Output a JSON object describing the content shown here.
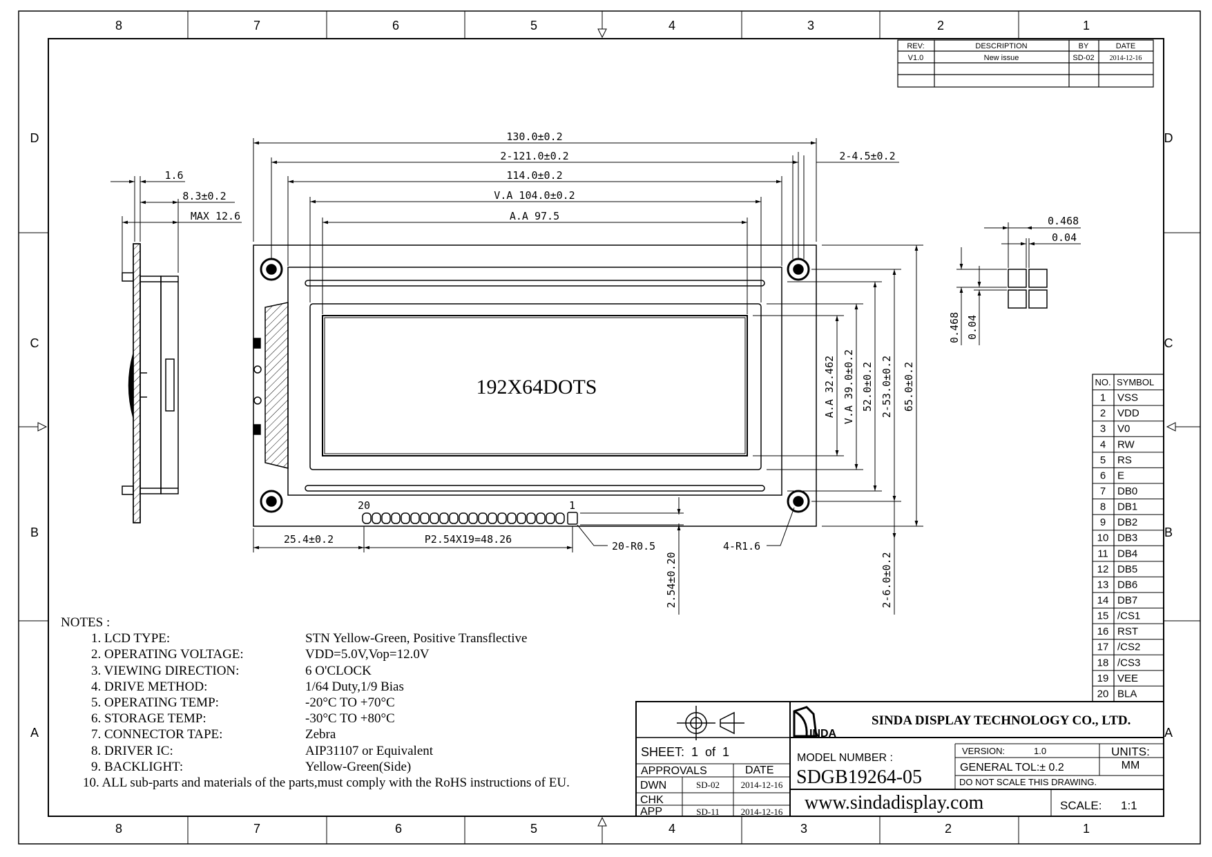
{
  "border": {
    "columns": [
      "8",
      "7",
      "6",
      "5",
      "4",
      "3",
      "2",
      "1"
    ],
    "rows": [
      "D",
      "C",
      "B",
      "A"
    ]
  },
  "revision": {
    "headers": [
      "REV:",
      "DESCRIPTION",
      "BY",
      "DATE"
    ],
    "row": [
      "V1.0",
      "New issue",
      "SD-02",
      "2014-12-16"
    ]
  },
  "dims": {
    "top_130": "130.0±0.2",
    "top_121": "2-121.0±0.2",
    "top_114": "114.0±0.2",
    "top_va": "V.A 104.0±0.2",
    "top_aa": "A.A 97.5",
    "hole_dia": "2-4.5±0.2",
    "side_1_6": "1.6",
    "side_8_3": "8.3±0.2",
    "side_max": "MAX 12.6",
    "v_aa": "A.A 32.462",
    "v_va": "V.A 39.0±0.2",
    "v_52": "52.0±0.2",
    "v_53": "2-53.0±0.2",
    "v_65": "65.0±0.2",
    "pin_offset": "25.4±0.2",
    "pin_pitch": "P2.54X19=48.26",
    "pin_r": "20-R0.5",
    "corner_r": "4-R1.6",
    "pin_h": "2.54±0.20",
    "v_6": "2-6.0±0.2",
    "pin_first": "20",
    "pin_last": "1",
    "dot_w": "0.468",
    "dot_gap": "0.04",
    "dot_h": "0.468",
    "dot_vgap": "0.04"
  },
  "display_label": "192X64DOTS",
  "pin_table": {
    "headers": [
      "NO.",
      "SYMBOL"
    ],
    "pins": [
      [
        "1",
        "VSS"
      ],
      [
        "2",
        "VDD"
      ],
      [
        "3",
        "V0"
      ],
      [
        "4",
        "RW"
      ],
      [
        "5",
        "RS"
      ],
      [
        "6",
        "E"
      ],
      [
        "7",
        "DB0"
      ],
      [
        "8",
        "DB1"
      ],
      [
        "9",
        "DB2"
      ],
      [
        "10",
        "DB3"
      ],
      [
        "11",
        "DB4"
      ],
      [
        "12",
        "DB5"
      ],
      [
        "13",
        "DB6"
      ],
      [
        "14",
        "DB7"
      ],
      [
        "15",
        "/CS1"
      ],
      [
        "16",
        "RST"
      ],
      [
        "17",
        "/CS2"
      ],
      [
        "18",
        "/CS3"
      ],
      [
        "19",
        "VEE"
      ],
      [
        "20",
        "BLA"
      ]
    ]
  },
  "notes": {
    "title": "NOTES :",
    "items": [
      {
        "label": "1. LCD TYPE:",
        "value": "STN Yellow-Green, Positive Transflective"
      },
      {
        "label": "2. OPERATING VOLTAGE:",
        "value": "VDD=5.0V,Vop=12.0V"
      },
      {
        "label": "3. VIEWING DIRECTION:",
        "value": "6 O'CLOCK"
      },
      {
        "label": "4. DRIVE METHOD:",
        "value": "1/64 Duty,1/9 Bias"
      },
      {
        "label": "5. OPERATING TEMP:",
        "value": "-20°C TO +70°C"
      },
      {
        "label": "6. STORAGE TEMP:",
        "value": "-30°C TO +80°C"
      },
      {
        "label": "7. CONNECTOR TAPE:",
        "value": "Zebra"
      },
      {
        "label": "8. DRIVER IC:",
        "value": "AIP31107 or Equivalent"
      },
      {
        "label": "9. BACKLIGHT:",
        "value": "Yellow-Green(Side)"
      }
    ],
    "last": "10. ALL sub-parts and materials of the parts,must comply with the RoHS instructions of EU."
  },
  "title_block": {
    "company": "SINDA DISPLAY TECHNOLOGY CO., LTD.",
    "logo_text": "INDA",
    "sheet": "SHEET:  1  of  1",
    "approvals": "APPROVALS",
    "date_label": "DATE",
    "dwn": "DWN",
    "chk": "CHK",
    "app": "APP",
    "dwn_by": "SD-02",
    "dwn_date": "2014-12-16",
    "app_by": "SD-11",
    "app_date": "2014-12-16",
    "model_label": "MODEL NUMBER :",
    "model": "SDGB19264-05",
    "version_label": "VERSION:",
    "version": "1.0",
    "units_label": "UNITS:",
    "units": "MM",
    "tol": "GENERAL TOL:± 0.2",
    "noscale": "DO NOT SCALE THIS DRAWING.",
    "website": "www.sindadisplay.com",
    "scale_label": "SCALE:",
    "scale": "1:1"
  }
}
